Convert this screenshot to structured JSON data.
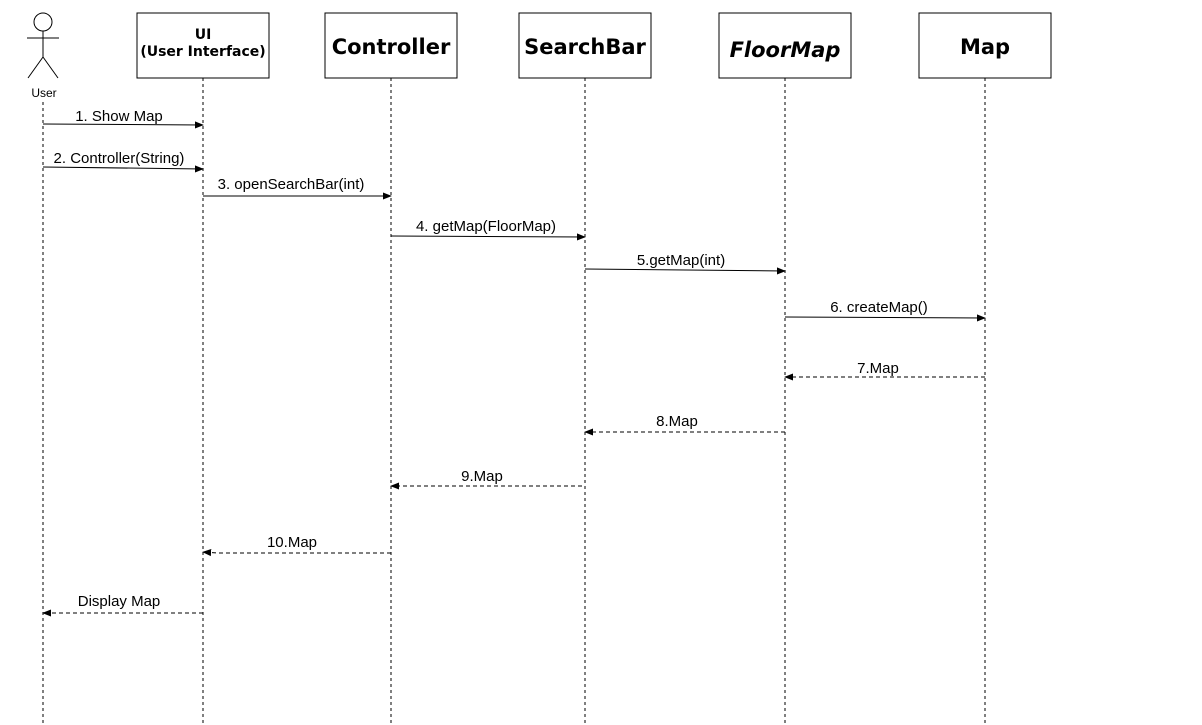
{
  "actor": {
    "label": "User"
  },
  "participants": [
    {
      "id": "ui",
      "lines": [
        "UI",
        "(User Interface)"
      ],
      "italic": false
    },
    {
      "id": "controller",
      "lines": [
        "Controller"
      ],
      "italic": false
    },
    {
      "id": "searchbar",
      "lines": [
        "SearchBar"
      ],
      "italic": false
    },
    {
      "id": "floormap",
      "lines": [
        "FloorMap"
      ],
      "italic": true
    },
    {
      "id": "map",
      "lines": [
        "Map"
      ],
      "italic": false
    }
  ],
  "messages": [
    {
      "label": "1. Show Map",
      "from": "user",
      "to": "ui",
      "kind": "call"
    },
    {
      "label": "2. Controller(String)",
      "from": "user",
      "to": "ui",
      "kind": "call"
    },
    {
      "label": "3. openSearchBar(int)",
      "from": "ui",
      "to": "controller",
      "kind": "call"
    },
    {
      "label": "4. getMap(FloorMap)",
      "from": "controller",
      "to": "searchbar",
      "kind": "call"
    },
    {
      "label": "5.getMap(int)",
      "from": "searchbar",
      "to": "floormap",
      "kind": "call"
    },
    {
      "label": "6. createMap()",
      "from": "floormap",
      "to": "map",
      "kind": "call"
    },
    {
      "label": "7.Map",
      "from": "map",
      "to": "floormap",
      "kind": "return"
    },
    {
      "label": "8.Map",
      "from": "floormap",
      "to": "searchbar",
      "kind": "return"
    },
    {
      "label": "9.Map",
      "from": "searchbar",
      "to": "controller",
      "kind": "return"
    },
    {
      "label": "10.Map",
      "from": "controller",
      "to": "ui",
      "kind": "return"
    },
    {
      "label": "Display Map",
      "from": "ui",
      "to": "user",
      "kind": "return"
    }
  ]
}
